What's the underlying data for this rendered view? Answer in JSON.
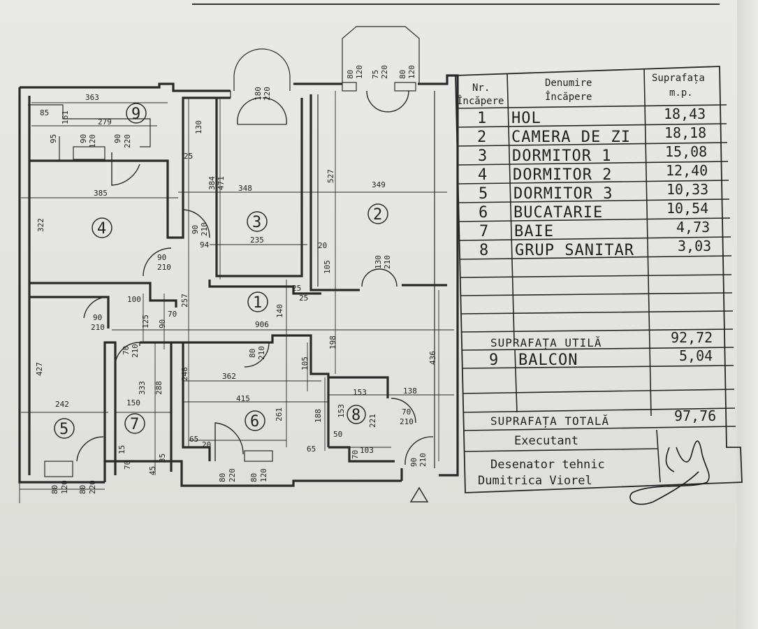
{
  "legend": {
    "header_nr": [
      "Nr.",
      "Încăpere"
    ],
    "header_name": [
      "Denumire",
      "Încăpere"
    ],
    "header_area": [
      "Suprafața",
      "m.p."
    ],
    "rooms": [
      {
        "nr": "1",
        "name": "HOL",
        "area": "18,43"
      },
      {
        "nr": "2",
        "name": "CAMERA DE ZI",
        "area": "18,18"
      },
      {
        "nr": "3",
        "name": "DORMITOR 1",
        "area": "15,08"
      },
      {
        "nr": "4",
        "name": "DORMITOR 2",
        "area": "12,40"
      },
      {
        "nr": "5",
        "name": "DORMITOR 3",
        "area": "10,33"
      },
      {
        "nr": "6",
        "name": "BUCATARIE",
        "area": "10,54"
      },
      {
        "nr": "7",
        "name": "BAIE",
        "area": "4,73"
      },
      {
        "nr": "8",
        "name": "GRUP SANITAR",
        "area": "3,03"
      }
    ],
    "util_label": "SUPRAFAȚA UTILĂ",
    "util_value": "92,72",
    "balcony": {
      "nr": "9",
      "name": "BALCON",
      "area": "5,04"
    },
    "total_label": "SUPRAFAȚA TOTALĂ",
    "total_value": "97,76",
    "executant_label": "Executant",
    "drafter_label": "Desenator tehnic",
    "drafter_name": "Dumitrica Viorel"
  },
  "plan": {
    "room_numbers": [
      "1",
      "2",
      "3",
      "4",
      "5",
      "6",
      "7",
      "8",
      "9"
    ],
    "dims": {
      "d363": "363",
      "d85": "85",
      "d161": "161",
      "d279": "279",
      "d95": "95",
      "d90_120_a": "90",
      "d120_a": "120",
      "d90_220_a": "90",
      "d220_a": "220",
      "d385": "385",
      "d322": "322",
      "d130a": "130",
      "d25a": "25",
      "d384": "384",
      "d471": "471",
      "d348": "348",
      "d180": "180",
      "d220_b": "220",
      "d527": "527",
      "d349": "349",
      "d80_top": "80",
      "d120_top": "120",
      "d75_top": "75",
      "d220_top": "220",
      "d80_top2": "80",
      "d120_top2": "120",
      "d90_210_a": "90",
      "d210_a": "210",
      "d94": "94",
      "d235": "235",
      "d20a": "20",
      "d90_210_b": "90",
      "d210_b": "210",
      "d105a": "105",
      "d130_210": "130",
      "d210_c": "210",
      "d100": "100",
      "d90_210_c": "90",
      "d210_d": "210",
      "d125": "125",
      "d90b": "90",
      "d70a": "70",
      "d257": "257",
      "d140": "140",
      "d25b": "25",
      "d25c": "25",
      "d906": "906",
      "d198": "198",
      "d436": "436",
      "d70_210_a": "70",
      "d210_e": "210",
      "d248": "248",
      "d80_210": "80",
      "d210_f": "210",
      "d105b": "105",
      "d362": "362",
      "d427": "427",
      "d333": "333",
      "d288": "288",
      "d242": "242",
      "d150": "150",
      "d415": "415",
      "d261": "261",
      "d188": "188",
      "d153a": "153",
      "d153b": "153",
      "d221": "221",
      "d138": "138",
      "d70_210_b": "70",
      "d210_g": "210",
      "d50": "50",
      "d70b": "70",
      "d103": "103",
      "d65a": "65",
      "d20b": "20",
      "d65b": "65",
      "d15": "15",
      "d70c": "70",
      "d45": "45",
      "d35": "35",
      "d80_b1": "80",
      "d120_b1": "120",
      "d80_b2": "80",
      "d220_b2": "220",
      "d80_b3": "80",
      "d220_b3": "220",
      "d80_b4": "80",
      "d120_b4": "120",
      "d90_210_e": "90",
      "d210_h": "210"
    }
  }
}
